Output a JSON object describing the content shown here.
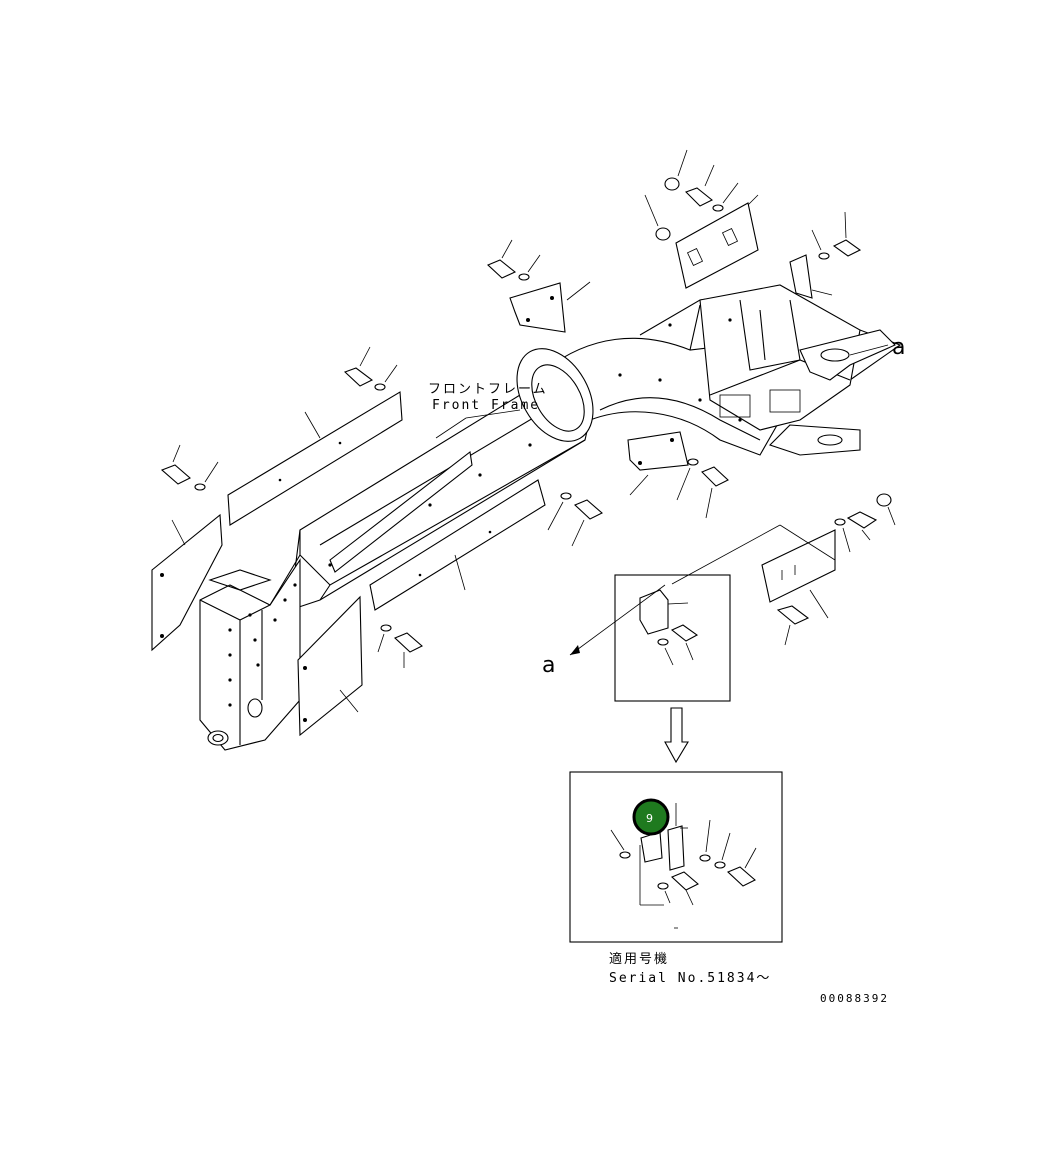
{
  "labels": {
    "front_frame_jp": "フロントフレーム",
    "front_frame_en": "Front Frame",
    "detail_ref_top": "a",
    "detail_ref_left": "a",
    "serial_jp": "適用号機",
    "serial_en": "Serial No.51834～",
    "drawing_number": "00088392"
  },
  "callout": {
    "number": "9",
    "color": "#1f7a1f",
    "ring_color": "#000000"
  }
}
